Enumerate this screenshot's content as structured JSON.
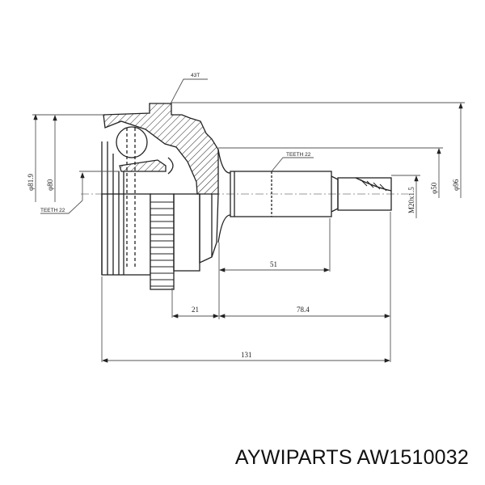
{
  "caption": {
    "brand": "AYWIPARTS",
    "part_number": "AW1510032",
    "full": "AYWIPARTS AW1510032"
  },
  "drawing": {
    "subject": "CV joint (outer) technical drawing",
    "colors": {
      "line": "#222222",
      "dim_line": "#555555",
      "background": "#ffffff"
    },
    "callouts": {
      "abs_ring": "43T",
      "inner_spline": "TEETH 22",
      "outer_spline": "TEETH 22"
    },
    "vertical_dims": {
      "d_outer_left": "φ81.9",
      "d_inner_left": "φ80",
      "thread": "M20x1.5",
      "d_shaft_seat": "φ50",
      "d_outer_right": "φ96"
    },
    "horizontal_dims": {
      "spline_length": "51",
      "abs_to_shoulder": "21",
      "shoulder_to_end": "78.4",
      "overall_length": "131"
    }
  }
}
